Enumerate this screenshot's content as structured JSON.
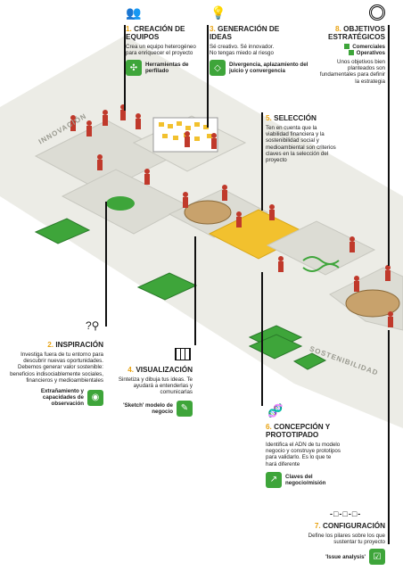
{
  "sections": {
    "s1": {
      "num": "1.",
      "title": "CREACIÓN DE EQUIPOS",
      "body": "Crea un equipo heterogéneo para enriquecer el proyecto",
      "tool": "Herramientas de perfilado"
    },
    "s2": {
      "num": "2.",
      "title": "INSPIRACIÓN",
      "body": "Investiga fuera de tu entorno para descubrir nuevas oportunidades. Debemos generar valor sostenible: beneficios indisociablemente sociales, financieros y medioambientales",
      "tool": "Extrañamiento y capacidades de observación"
    },
    "s3": {
      "num": "3.",
      "title": "GENERACIÓN DE IDEAS",
      "body": "Sé creativo. Sé innovador. No tengas miedo al riesgo",
      "tool": "Divergencia, aplazamiento del juicio y convergencia"
    },
    "s4": {
      "num": "4.",
      "title": "VISUALIZACIÓN",
      "body": "Sintetiza y dibuja tus ideas. Te ayudará a entenderlas y comunicarlas",
      "tool": "'Sketch' modelo de negocio"
    },
    "s5": {
      "num": "5.",
      "title": "SELECCIÓN",
      "body": "Ten en cuenta que la viabilidad financiera y la sostenibilidad social y medioambiental son criterios claves en la selección del proyecto"
    },
    "s6": {
      "num": "6.",
      "title": "CONCEPCIÓN Y PROTOTIPADO",
      "body": "Identifica el ADN de tu modelo negocio y construye prototipos para validarlo. Es lo que te hará diferente",
      "tool": "Claves del negocio/misión"
    },
    "s7": {
      "num": "7.",
      "title": "CONFIGURACIÓN",
      "body": "Define los pilares sobre los que sustentar tu proyecto",
      "tool": "'Issue analysis'"
    },
    "s8": {
      "num": "8.",
      "title": "OBJETIVOS ESTRATÉGICOS",
      "legend": [
        "Comerciales",
        "Operativos"
      ],
      "body": "Unos objetivos bien planteados son fundamentales para definir la estrategia"
    }
  },
  "bands": {
    "innovation": "INNOVACIÓN",
    "sustainability": "SOSTENIBILIDAD"
  },
  "colors": {
    "accent": "#e8a313",
    "green": "#3ea53a",
    "person": "#c0392b",
    "floor": "#dcdcd4"
  }
}
